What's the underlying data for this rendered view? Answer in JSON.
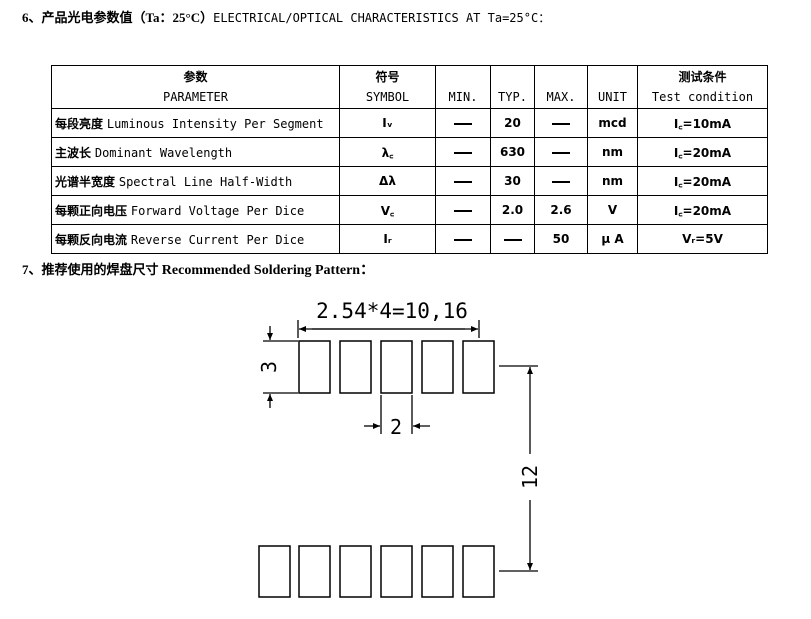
{
  "section6": {
    "number": "6、",
    "title_zh": "产品光电参数值（Ta：25°C）",
    "title_en": "ELECTRICAL/OPTICAL CHARACTERISTICS AT Ta=25°C："
  },
  "table": {
    "headers": {
      "param_zh": "参数",
      "param_en": "PARAMETER",
      "symbol_zh": "符号",
      "symbol_en": "SYMBOL",
      "min": "MIN.",
      "typ": "TYP.",
      "max": "MAX.",
      "unit": "UNIT",
      "cond_zh": "测试条件",
      "cond_en": "Test condition"
    },
    "rows": [
      {
        "param_zh": "每段亮度",
        "param_en": "Luminous Intensity Per Segment",
        "symbol": "Iᵥ",
        "min": "—",
        "typ": "20",
        "max": "—",
        "unit": "mcd",
        "condition": "I꜀=10mA"
      },
      {
        "param_zh": "主波长",
        "param_en": "Dominant Wavelength",
        "symbol": "λ꜀",
        "min": "—",
        "typ": "630",
        "max": "—",
        "unit": "nm",
        "condition": "I꜀=20mA"
      },
      {
        "param_zh": "光谱半宽度",
        "param_en": "Spectral Line Half-Width",
        "symbol": "Δλ",
        "min": "—",
        "typ": "30",
        "max": "—",
        "unit": "nm",
        "condition": "I꜀=20mA"
      },
      {
        "param_zh": "每颗正向电压",
        "param_en": "Forward Voltage Per Dice",
        "symbol": "V꜀",
        "min": "—",
        "typ": "2.0",
        "max": "2.6",
        "unit": "V",
        "condition": "I꜀=20mA"
      },
      {
        "param_zh": "每颗反向电流",
        "param_en": "Reverse Current Per Dice",
        "symbol": "Iᵣ",
        "min": "—",
        "typ": "—",
        "max": "50",
        "unit": "μ A",
        "condition": "Vᵣ=5V"
      }
    ]
  },
  "section7": {
    "number": "7、",
    "title_zh": "推荐使用的焊盘尺寸",
    "title_en": "Recommended Soldering Pattern："
  },
  "diagram": {
    "dim_pitch_total": "2.54*4=10,16",
    "dim_pad_height": "3",
    "dim_pad_width": "2",
    "dim_row_spacing": "12"
  }
}
